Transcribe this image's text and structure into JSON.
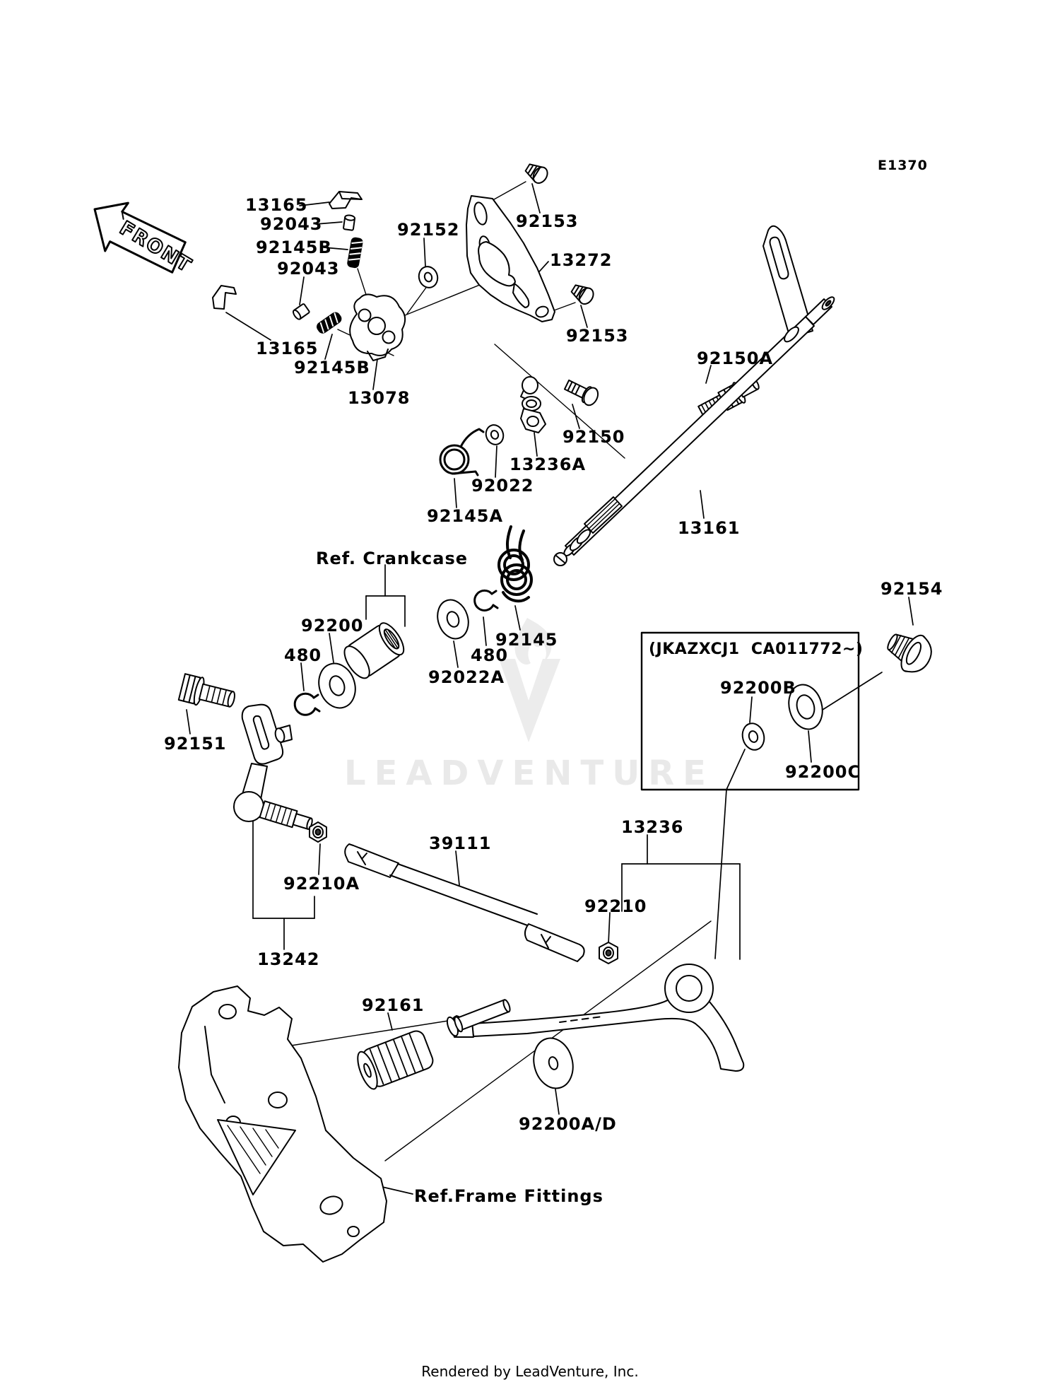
{
  "diagram": {
    "code": "E1370",
    "front_label": "FRONT",
    "watermark": "LEADVENTURE",
    "footer": "Rendered by LeadVenture, Inc.",
    "vin_note": "(JKAZXCJ1  CA011772~)",
    "ref_crankcase": "Ref. Crankcase",
    "ref_frame": "Ref.Frame Fittings"
  },
  "labels": {
    "p13165_1": "13165",
    "p92043_1": "92043",
    "p92145b_1": "92145B",
    "p92043_2": "92043",
    "p13165_2": "13165",
    "p92145b_2": "92145B",
    "p13078": "13078",
    "p92152": "92152",
    "p92153_1": "92153",
    "p13272": "13272",
    "p92153_2": "92153",
    "p92150a": "92150A",
    "p92150": "92150",
    "p13236a": "13236A",
    "p92022": "92022",
    "p92145a": "92145A",
    "p13161": "13161",
    "p92154": "92154",
    "p92200": "92200",
    "p480_1": "480",
    "p92022a": "92022A",
    "p480_2": "480",
    "p92145": "92145",
    "p92200b": "92200B",
    "p92200c": "92200C",
    "p92151": "92151",
    "p39111": "39111",
    "p92210a": "92210A",
    "p13242": "13242",
    "p92210": "92210",
    "p13236": "13236",
    "p92161": "92161",
    "p92200ad": "92200A/D",
    "p13161_note": ""
  }
}
